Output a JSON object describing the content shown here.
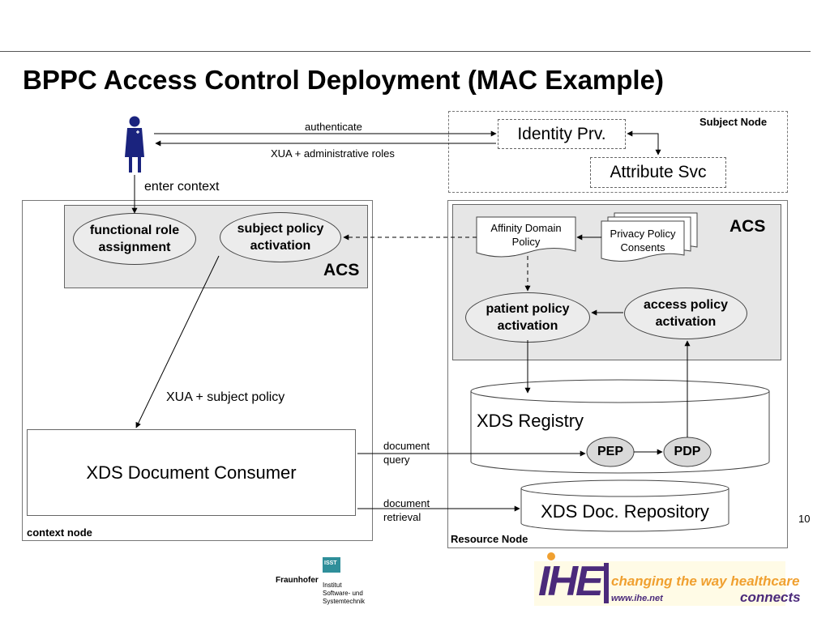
{
  "title": "BPPC Access Control  Deployment (MAC Example)",
  "subject_node": {
    "label": "Subject Node",
    "identity_provider": "Identity Prv.",
    "attribute_service": "Attribute Svc"
  },
  "messages": {
    "authenticate": "authenticate",
    "xua_admin_roles": "XUA + administrative roles",
    "enter_context": "enter context",
    "xua_subject_policy": "XUA + subject policy",
    "document_query": [
      "document",
      "query"
    ],
    "document_retrieval": [
      "document",
      "retrieval"
    ]
  },
  "context_node": {
    "label": "context node",
    "acs_label": "ACS",
    "functional_role": [
      "functional role",
      "assignment"
    ],
    "subject_policy": [
      "subject policy",
      "activation"
    ],
    "consumer": "XDS Document Consumer"
  },
  "resource_node": {
    "label": "Resource Node",
    "acs_label": "ACS",
    "affinity_domain_policy": [
      "Affinity Domain",
      "Policy"
    ],
    "privacy_policy_consents": [
      "Privacy Policy",
      "Consents"
    ],
    "patient_policy": [
      "patient policy",
      "activation"
    ],
    "access_policy": [
      "access policy",
      "activation"
    ],
    "registry": "XDS Registry",
    "pep": "PEP",
    "pdp": "PDP",
    "repository": "XDS Doc. Repository"
  },
  "page_number": "10",
  "logos": {
    "fraunhofer": "Fraunhofer",
    "isst_badge": "ISST",
    "isst_text": [
      "Institut",
      "Software- und",
      "Systemtechnik"
    ],
    "ihe": "IHE",
    "ihe_tagline": "changing the way healthcare",
    "ihe_url": "www.ihe.net",
    "ihe_connects": "connects"
  },
  "colors": {
    "acs_fill": "#e6e6e6",
    "ellipse_fill": "#ececec",
    "user_icon": "#1a237e",
    "ihe_purple": "#4b2a7b",
    "ihe_orange": "#f0a030"
  }
}
